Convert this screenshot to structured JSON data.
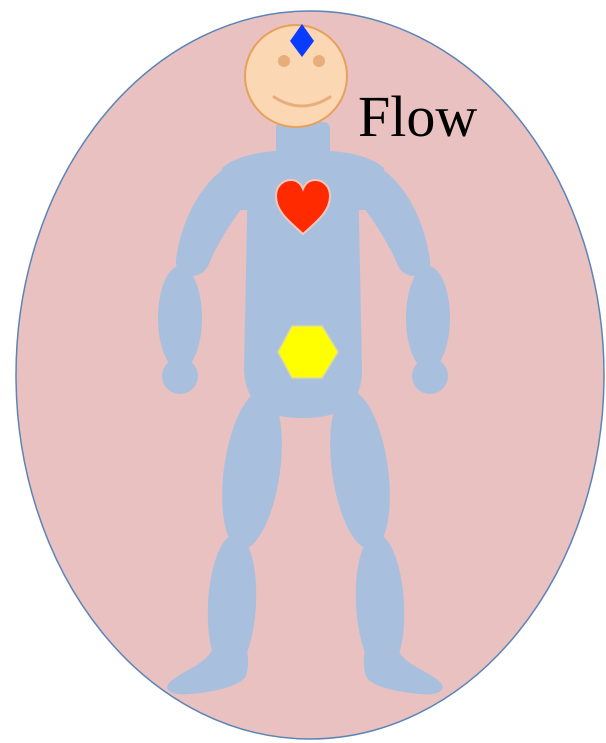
{
  "diagram": {
    "label": "Flow",
    "colors": {
      "aura_fill": "#e9c1c1",
      "aura_stroke": "#5b84b8",
      "body": "#a8c0de",
      "head_fill": "#fbd7b3",
      "head_stroke": "#e8a05c",
      "face_features": "#e7ad7a",
      "crown_diamond": "#0a3cff",
      "heart": "#ff2a00",
      "heart_stroke": "#f3c8c0",
      "hexagon": "#ffff00",
      "hexagon_stroke": "#d9d9a0"
    },
    "symbols": {
      "crown": "diamond",
      "heart": "heart",
      "belly": "hexagon"
    }
  }
}
